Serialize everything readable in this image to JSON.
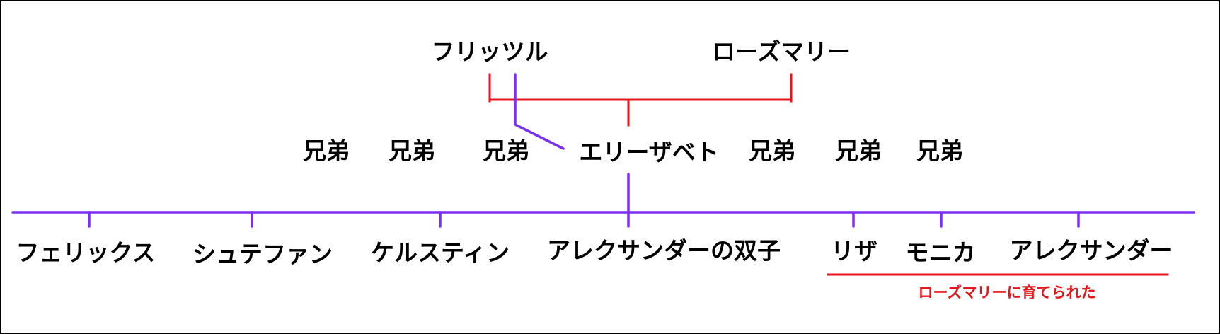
{
  "colors": {
    "purple": "#7b2ff0",
    "red": "#e8141b",
    "text": "#000000"
  },
  "parents": {
    "father": "フリッツル",
    "mother": "ローズマリー"
  },
  "middle_row": {
    "sibling": "兄弟",
    "central": "エリーザベト"
  },
  "children": {
    "felix": "フェリックス",
    "stefan": "シュテファン",
    "kelstin": "ケルスティン",
    "twin": "アレクサンダーの双子",
    "liza": "リザ",
    "monika": "モニカ",
    "alexander": "アレクサンダー"
  },
  "note": "ローズマリーに育てられた"
}
